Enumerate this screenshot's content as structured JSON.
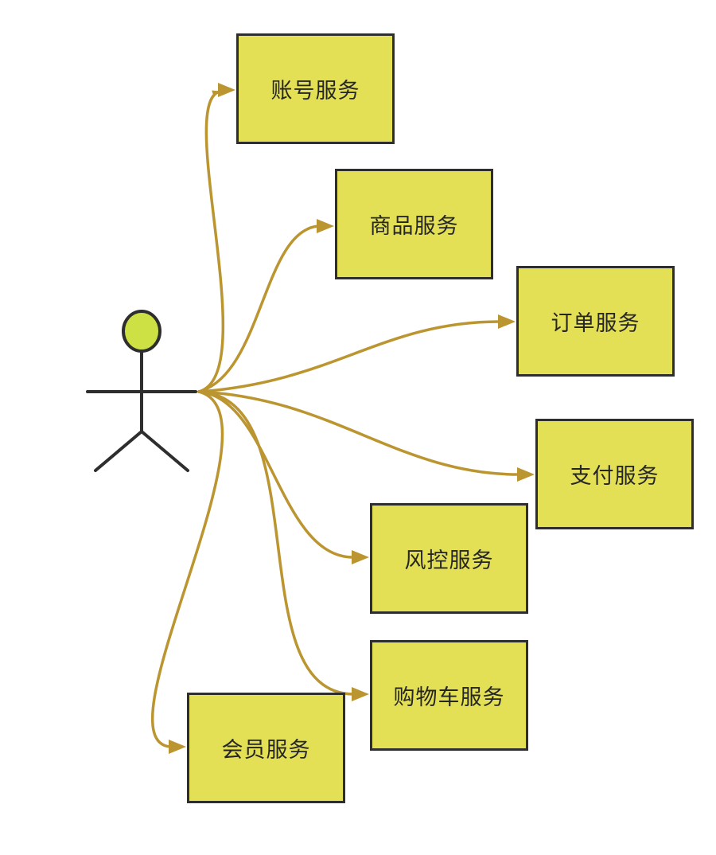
{
  "diagram": {
    "colors": {
      "box_fill": "#e3e055",
      "box_border": "#2e2e2e",
      "arrow": "#bb9530",
      "actor_head": "#cde044",
      "actor_stroke": "#2e2e2e"
    },
    "actor": {
      "icon": "stick-figure-user-icon"
    },
    "services": [
      {
        "id": "account",
        "label": "账号服务"
      },
      {
        "id": "product",
        "label": "商品服务"
      },
      {
        "id": "order",
        "label": "订单服务"
      },
      {
        "id": "payment",
        "label": "支付服务"
      },
      {
        "id": "risk",
        "label": "风控服务"
      },
      {
        "id": "cart",
        "label": "购物车服务"
      },
      {
        "id": "member",
        "label": "会员服务"
      }
    ]
  }
}
